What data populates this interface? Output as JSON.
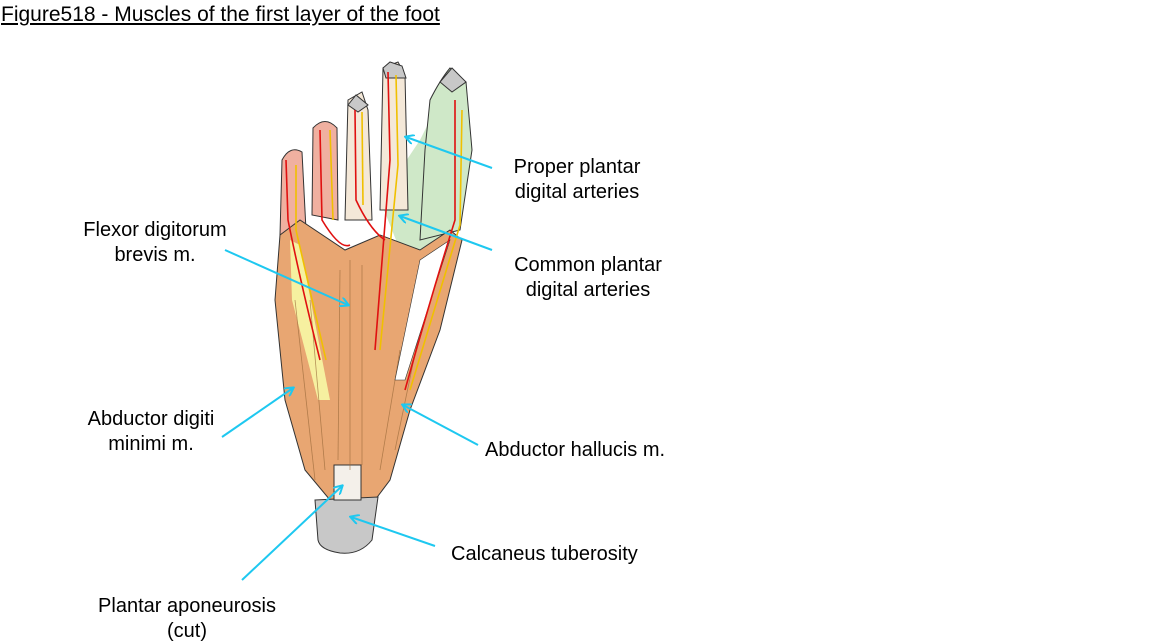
{
  "title": "Figure518 - Muscles of the first layer of the foot",
  "labels": {
    "proper_plantar": [
      "Proper plantar",
      "digital arteries"
    ],
    "flexor": [
      "Flexor digitorum",
      "brevis m."
    ],
    "common_plantar": [
      "Common plantar",
      "digital arteries"
    ],
    "abductor_digiti": [
      "Abductor digiti",
      "minimi m."
    ],
    "abductor_hallucis": "Abductor hallucis m.",
    "calcaneus": "Calcaneus tuberosity",
    "aponeurosis": [
      "Plantar aponeurosis",
      "(cut)"
    ]
  },
  "colors": {
    "arrow": "#1ec8f0",
    "muscle": "#e8a672",
    "artery": "#e01010",
    "nerve": "#f0c000",
    "bone": "#c8c8c8",
    "tendon_sheath": "#cfe8c8",
    "toe_skin": "#f0b0a0"
  }
}
